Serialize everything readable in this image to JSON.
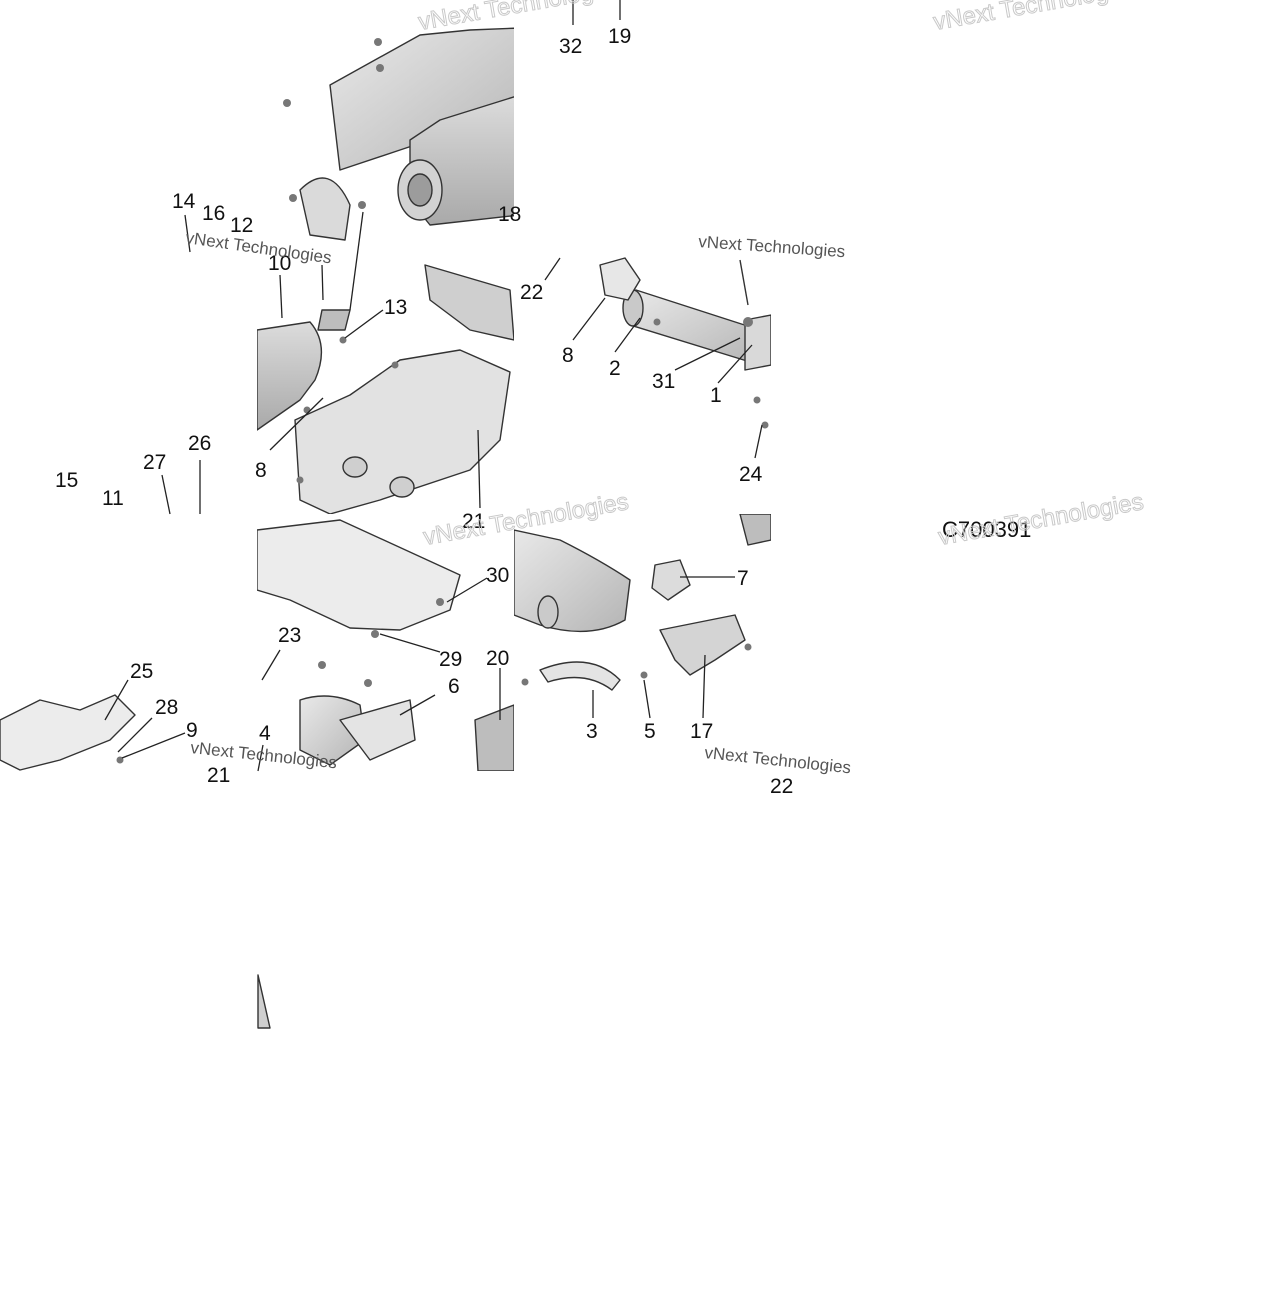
{
  "diagram": {
    "code": "C700391",
    "watermark_text": "vNext Technologies",
    "callouts": [
      {
        "id": "c1",
        "label": "1"
      },
      {
        "id": "c2",
        "label": "2"
      },
      {
        "id": "c3",
        "label": "3"
      },
      {
        "id": "c4",
        "label": "4"
      },
      {
        "id": "c5",
        "label": "5"
      },
      {
        "id": "c6",
        "label": "6"
      },
      {
        "id": "c7",
        "label": "7"
      },
      {
        "id": "c8a",
        "label": "8"
      },
      {
        "id": "c8b",
        "label": "8"
      },
      {
        "id": "c9",
        "label": "9"
      },
      {
        "id": "c10",
        "label": "10"
      },
      {
        "id": "c11",
        "label": "11"
      },
      {
        "id": "c12",
        "label": "12"
      },
      {
        "id": "c13",
        "label": "13"
      },
      {
        "id": "c14",
        "label": "14"
      },
      {
        "id": "c15",
        "label": "15"
      },
      {
        "id": "c16",
        "label": "16"
      },
      {
        "id": "c17",
        "label": "17"
      },
      {
        "id": "c18",
        "label": "18"
      },
      {
        "id": "c19",
        "label": "19"
      },
      {
        "id": "c20",
        "label": "20"
      },
      {
        "id": "c21a",
        "label": "21"
      },
      {
        "id": "c21b",
        "label": "21"
      },
      {
        "id": "c22",
        "label": "22"
      },
      {
        "id": "c23",
        "label": "23"
      },
      {
        "id": "c24",
        "label": "24"
      },
      {
        "id": "c25",
        "label": "25"
      },
      {
        "id": "c26",
        "label": "26"
      },
      {
        "id": "c27",
        "label": "27"
      },
      {
        "id": "c28",
        "label": "28"
      },
      {
        "id": "c29",
        "label": "29"
      },
      {
        "id": "c30",
        "label": "30"
      },
      {
        "id": "c31",
        "label": "31"
      },
      {
        "id": "c32",
        "label": "32"
      },
      {
        "id": "c22b",
        "label": "22"
      }
    ]
  }
}
